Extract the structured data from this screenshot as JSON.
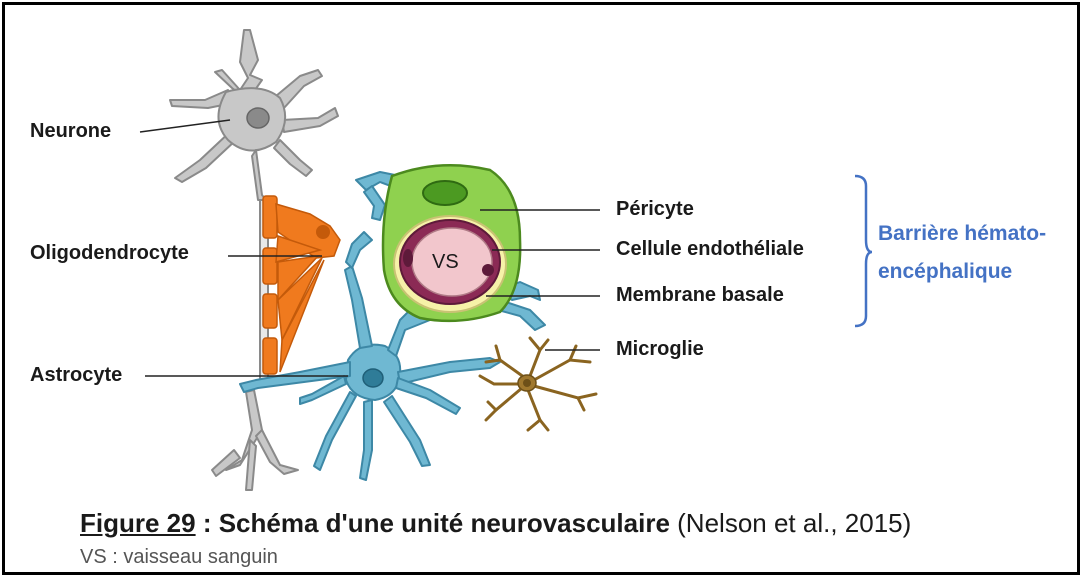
{
  "labels": {
    "neurone": "Neurone",
    "oligodendrocyte": "Oligodendrocyte",
    "astrocyte": "Astrocyte",
    "pericyte": "Péricyte",
    "endothelial": "Cellule endothéliale",
    "membrane": "Membrane basale",
    "microglie": "Microglie",
    "vs": "VS",
    "barriere_line1": "Barrière hémato-",
    "barriere_line2": "encéphalique"
  },
  "caption": {
    "figure_number": "Figure 29",
    "separator": " : ",
    "title": "Schéma d'une unité neurovasculaire",
    "citation": " (Nelson et al., 2015)",
    "note": "VS : vaisseau sanguin"
  },
  "colors": {
    "neurone": "#c8c8c8",
    "oligodendrocyte": "#f07a1e",
    "astrocyte": "#6fb8d2",
    "pericyte": "#8fd14f",
    "endothelial": "#8b2a55",
    "vessel": "#f2c6cc",
    "membrane": "#f6f2a8",
    "microglie": "#a0782e",
    "barriere": "#4472c4"
  }
}
